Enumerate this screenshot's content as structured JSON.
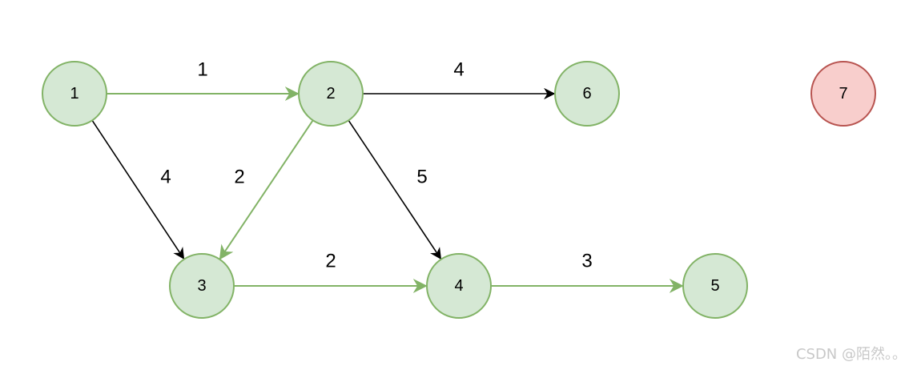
{
  "colors": {
    "green_fill": "#d5e8d4",
    "green_stroke": "#82b366",
    "red_fill": "#f8cecc",
    "red_stroke": "#b85450",
    "black_edge": "#000000"
  },
  "nodes": [
    {
      "id": "1",
      "label": "1",
      "style": "green"
    },
    {
      "id": "2",
      "label": "2",
      "style": "green"
    },
    {
      "id": "6",
      "label": "6",
      "style": "green"
    },
    {
      "id": "7",
      "label": "7",
      "style": "red"
    },
    {
      "id": "3",
      "label": "3",
      "style": "green"
    },
    {
      "id": "4",
      "label": "4",
      "style": "green"
    },
    {
      "id": "5",
      "label": "5",
      "style": "green"
    }
  ],
  "edges": [
    {
      "from": "1",
      "to": "2",
      "weight": "1",
      "style": "green"
    },
    {
      "from": "2",
      "to": "6",
      "weight": "4",
      "style": "black"
    },
    {
      "from": "1",
      "to": "3",
      "weight": "4",
      "style": "black"
    },
    {
      "from": "2",
      "to": "3",
      "weight": "2",
      "style": "green"
    },
    {
      "from": "2",
      "to": "4",
      "weight": "5",
      "style": "black"
    },
    {
      "from": "3",
      "to": "4",
      "weight": "2",
      "style": "green"
    },
    {
      "from": "4",
      "to": "5",
      "weight": "3",
      "style": "green"
    }
  ],
  "watermark": "CSDN @陌然。。"
}
